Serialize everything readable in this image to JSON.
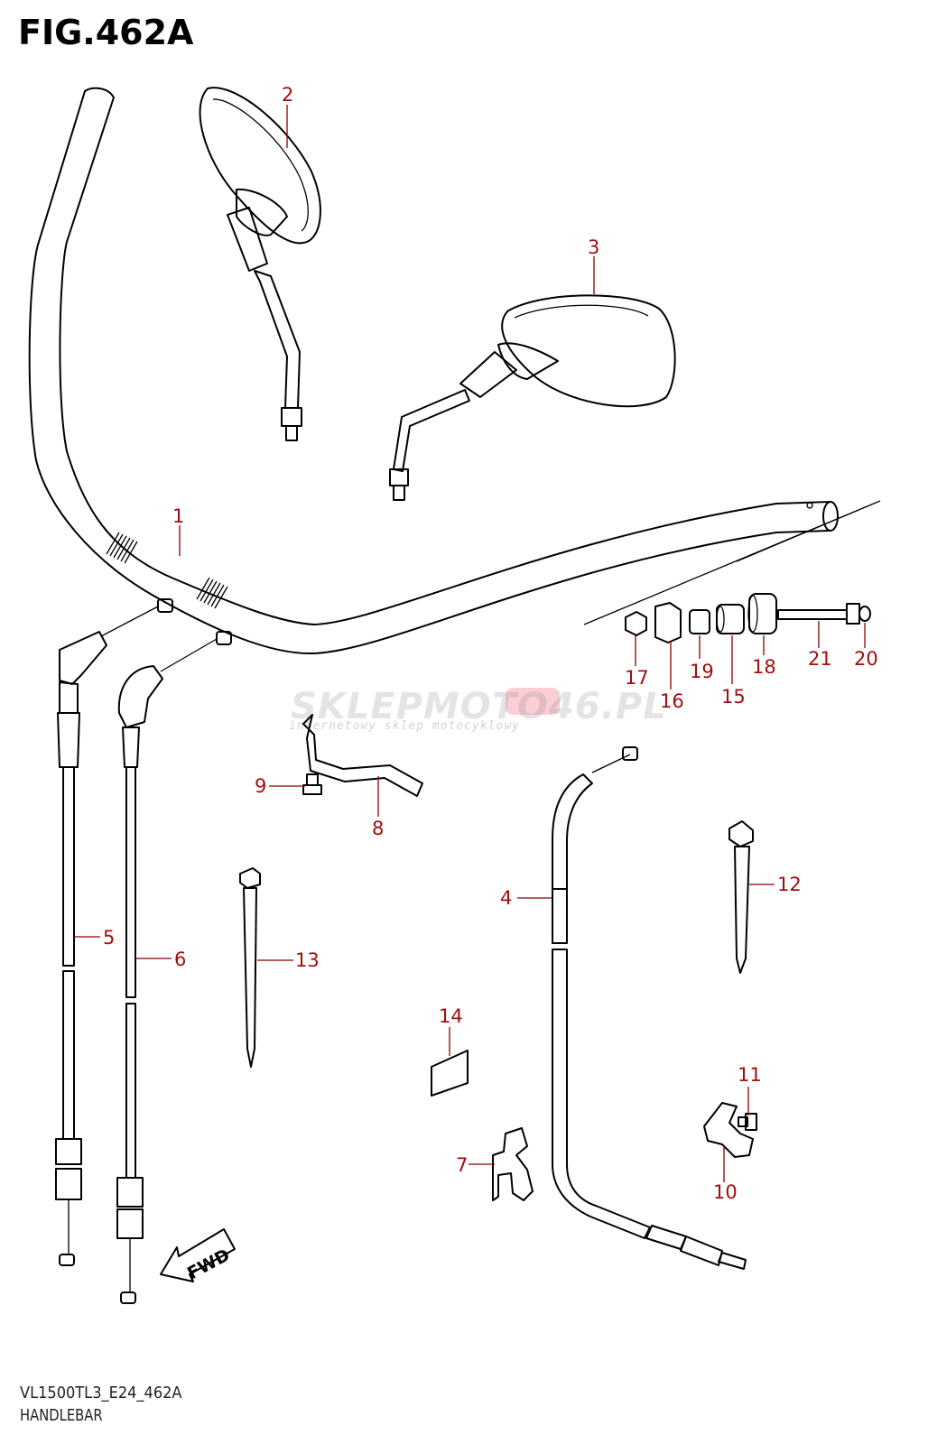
{
  "figure": {
    "title": "FIG.462A",
    "model_code": "VL1500TL3_E24_462A",
    "section_name": "HANDLEBAR",
    "fwd_label": "FWD"
  },
  "watermark": {
    "brand": "SKLEPMOTO46.PL",
    "tagline": "internetowy sklep motocyklowy"
  },
  "callouts": [
    "1",
    "2",
    "3",
    "4",
    "5",
    "6",
    "7",
    "8",
    "9",
    "10",
    "11",
    "12",
    "13",
    "14",
    "15",
    "16",
    "17",
    "18",
    "19",
    "20",
    "21"
  ],
  "colors": {
    "callout": "#a10e0e",
    "line": "#000000",
    "background": "#ffffff"
  }
}
